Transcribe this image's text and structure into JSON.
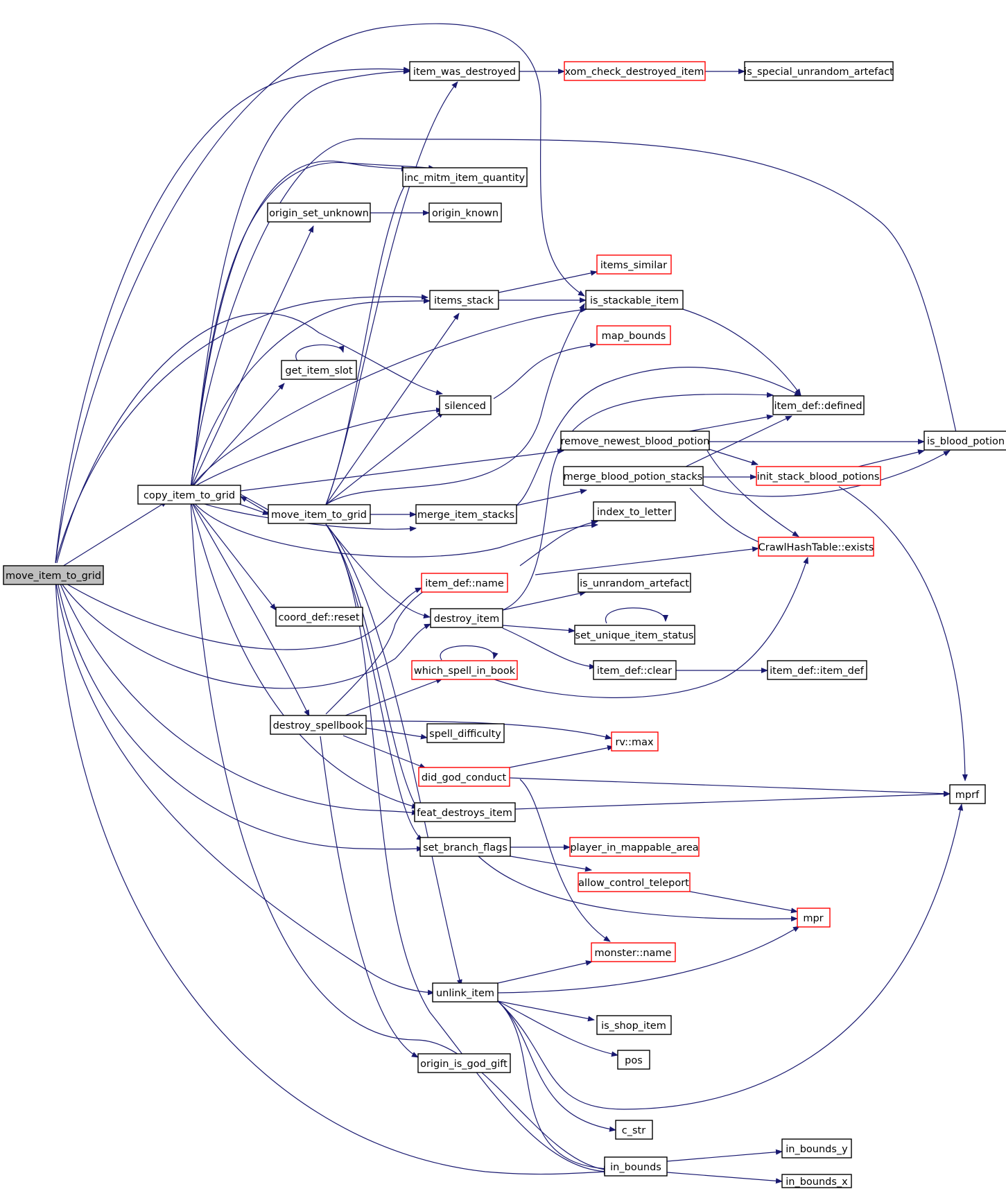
{
  "graph": {
    "root": "move_item_to_grid",
    "nodes": [
      {
        "id": "n_root",
        "label": "move_item_to_grid",
        "style": "root"
      },
      {
        "id": "n_copy",
        "label": "copy_item_to_grid",
        "style": "black"
      },
      {
        "id": "n_mig",
        "label": "move_item_to_grid",
        "style": "black"
      },
      {
        "id": "n_iwd",
        "label": "item_was_destroyed",
        "style": "black"
      },
      {
        "id": "n_xom",
        "label": "xom_check_destroyed_item",
        "style": "red"
      },
      {
        "id": "n_isua",
        "label": "is_special_unrandom_artefact",
        "style": "black"
      },
      {
        "id": "n_inc",
        "label": "inc_mitm_item_quantity",
        "style": "black"
      },
      {
        "id": "n_osu",
        "label": "origin_set_unknown",
        "style": "black"
      },
      {
        "id": "n_ok",
        "label": "origin_known",
        "style": "black"
      },
      {
        "id": "n_isim",
        "label": "items_similar",
        "style": "red"
      },
      {
        "id": "n_istack",
        "label": "items_stack",
        "style": "black"
      },
      {
        "id": "n_isstk",
        "label": "is_stackable_item",
        "style": "black"
      },
      {
        "id": "n_mapb",
        "label": "map_bounds",
        "style": "red"
      },
      {
        "id": "n_gis",
        "label": "get_item_slot",
        "style": "black"
      },
      {
        "id": "n_sil",
        "label": "silenced",
        "style": "black"
      },
      {
        "id": "n_idd",
        "label": "item_def::defined",
        "style": "black"
      },
      {
        "id": "n_rnbp",
        "label": "remove_newest_blood_potion",
        "style": "black"
      },
      {
        "id": "n_ibp",
        "label": "is_blood_potion",
        "style": "black"
      },
      {
        "id": "n_mbps",
        "label": "merge_blood_potion_stacks",
        "style": "black"
      },
      {
        "id": "n_isbp",
        "label": "init_stack_blood_potions",
        "style": "red"
      },
      {
        "id": "n_mis",
        "label": "merge_item_stacks",
        "style": "black"
      },
      {
        "id": "n_itl",
        "label": "index_to_letter",
        "style": "black"
      },
      {
        "id": "n_che",
        "label": "CrawlHashTable::exists",
        "style": "red"
      },
      {
        "id": "n_idn",
        "label": "item_def::name",
        "style": "red"
      },
      {
        "id": "n_iua",
        "label": "is_unrandom_artefact",
        "style": "black"
      },
      {
        "id": "n_cdr",
        "label": "coord_def::reset",
        "style": "black"
      },
      {
        "id": "n_di",
        "label": "destroy_item",
        "style": "black"
      },
      {
        "id": "n_suis",
        "label": "set_unique_item_status",
        "style": "black"
      },
      {
        "id": "n_wsib",
        "label": "which_spell_in_book",
        "style": "red"
      },
      {
        "id": "n_idc",
        "label": "item_def::clear",
        "style": "black"
      },
      {
        "id": "n_idid",
        "label": "item_def::item_def",
        "style": "black"
      },
      {
        "id": "n_dsb",
        "label": "destroy_spellbook",
        "style": "black"
      },
      {
        "id": "n_sd",
        "label": "spell_difficulty",
        "style": "black"
      },
      {
        "id": "n_rvm",
        "label": "rv::max",
        "style": "red"
      },
      {
        "id": "n_dgc",
        "label": "did_god_conduct",
        "style": "red"
      },
      {
        "id": "n_mprf",
        "label": "mprf",
        "style": "black"
      },
      {
        "id": "n_fdi",
        "label": "feat_destroys_item",
        "style": "black"
      },
      {
        "id": "n_sbf",
        "label": "set_branch_flags",
        "style": "black"
      },
      {
        "id": "n_pima",
        "label": "player_in_mappable_area",
        "style": "red"
      },
      {
        "id": "n_act",
        "label": "allow_control_teleport",
        "style": "red"
      },
      {
        "id": "n_mpr",
        "label": "mpr",
        "style": "red"
      },
      {
        "id": "n_mn",
        "label": "monster::name",
        "style": "red"
      },
      {
        "id": "n_ui",
        "label": "unlink_item",
        "style": "black"
      },
      {
        "id": "n_ishop",
        "label": "is_shop_item",
        "style": "black"
      },
      {
        "id": "n_pos",
        "label": "pos",
        "style": "black"
      },
      {
        "id": "n_oigg",
        "label": "origin_is_god_gift",
        "style": "black"
      },
      {
        "id": "n_cstr",
        "label": "c_str",
        "style": "black"
      },
      {
        "id": "n_inb",
        "label": "in_bounds",
        "style": "black"
      },
      {
        "id": "n_inby",
        "label": "in_bounds_y",
        "style": "black"
      },
      {
        "id": "n_inbx",
        "label": "in_bounds_x",
        "style": "black"
      }
    ]
  },
  "colors": {
    "edge": "#191970",
    "node_border": "#000000",
    "node_border_red": "#ff0000",
    "root_fill": "#bfbfbf",
    "background": "#ffffff"
  }
}
